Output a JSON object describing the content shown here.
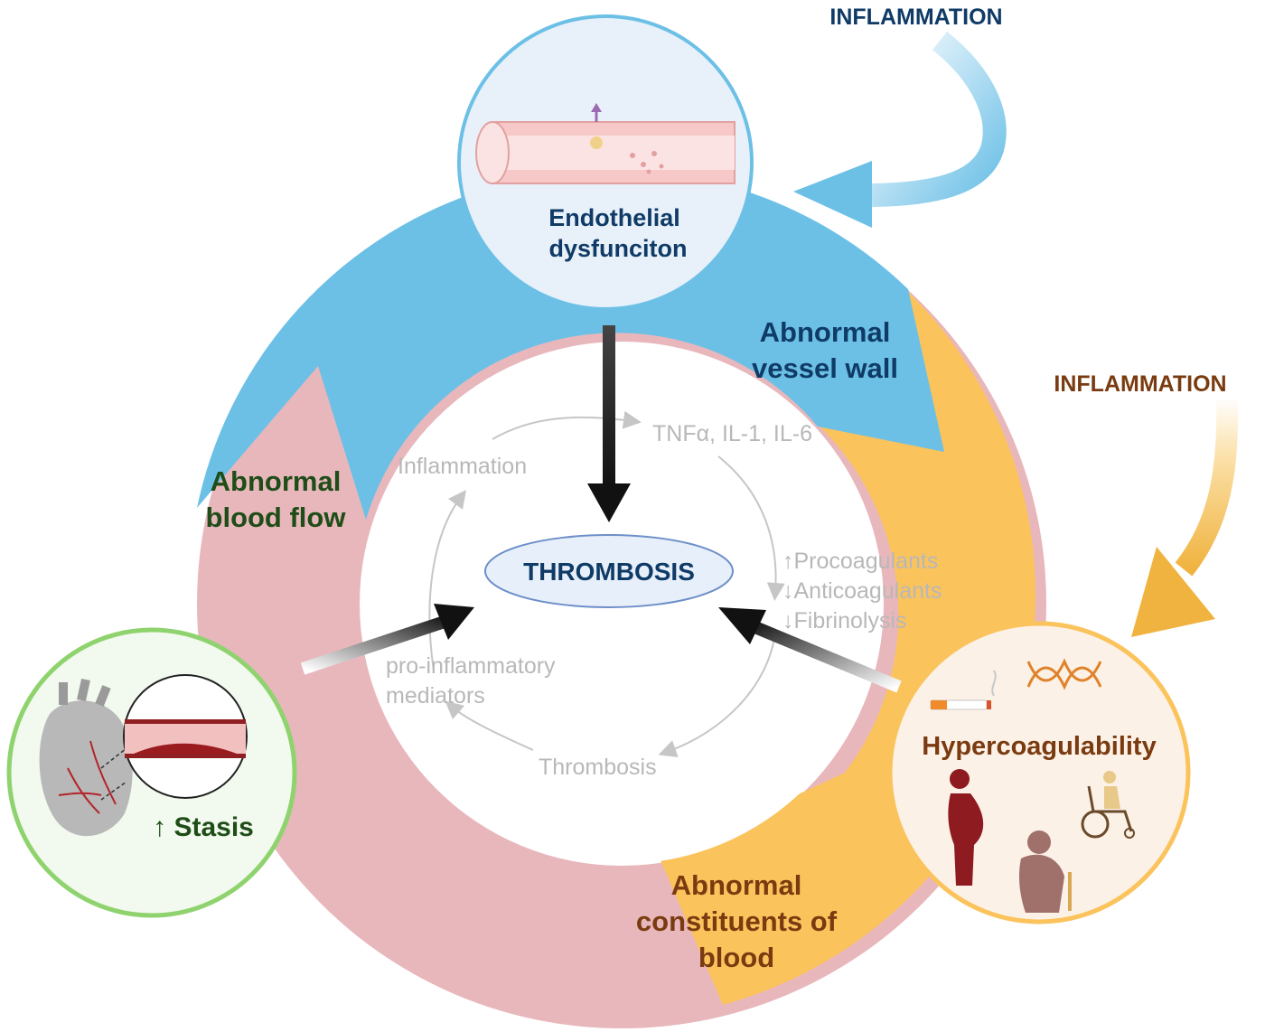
{
  "inflammation_top": "INFLAMMATION",
  "inflammation_right": "INFLAMMATION",
  "endothelial": {
    "line1": "Endothelial",
    "line2": "dysfunciton"
  },
  "vessel_wall": {
    "line1": "Abnormal",
    "line2": "vessel wall"
  },
  "blood_flow": {
    "line1": "Abnormal",
    "line2": "blood flow"
  },
  "constituents": {
    "line1": "Abnormal",
    "line2": "constituents of",
    "line3": "blood"
  },
  "stasis": "↑ Stasis",
  "hypercoag": "Hypercoagulability",
  "center": "THROMBOSIS",
  "cycle": {
    "cytokines": "TNFα, IL-1, IL-6",
    "inflammation": "Inflammation",
    "procoag": "↑Procoagulants",
    "anticoag": "↓Anticoagulants",
    "fibrinolysis": "↓Fibrinolysis",
    "proinf1": "pro-inflammatory",
    "proinf2": "mediators",
    "thrombosis": "Thrombosis"
  },
  "colors": {
    "blue": "#6cc0e6",
    "yellow": "#fbc35c",
    "pink": "#e8b7bc",
    "navy": "#0f3b66",
    "darkgreen": "#1f4d18",
    "brown": "#7a3b10",
    "green_ring": "#8fd36e"
  }
}
